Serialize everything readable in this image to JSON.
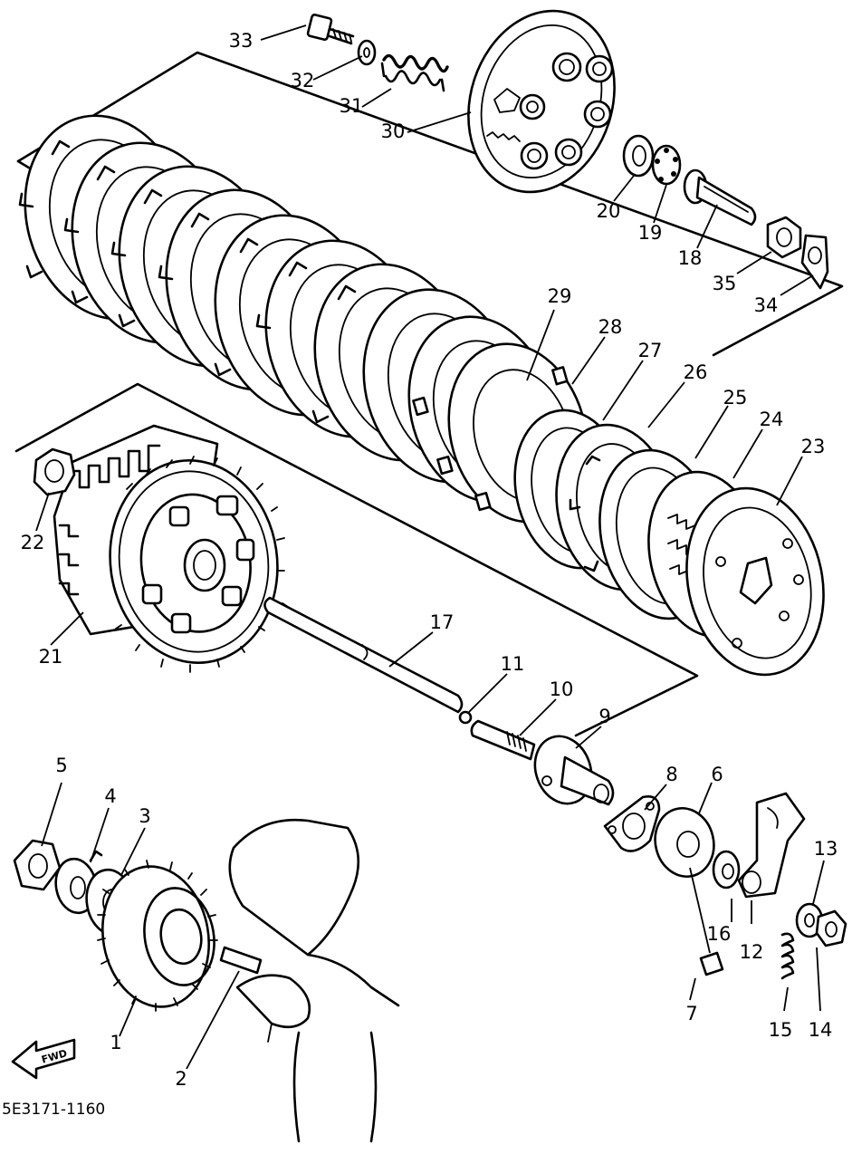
{
  "diagram_code": "5E3171-1160",
  "direction_label": "FWD",
  "callouts": {
    "c1": "1",
    "c2": "2",
    "c3": "3",
    "c4": "4",
    "c5": "5",
    "c6": "6",
    "c7": "7",
    "c8": "8",
    "c9": "9",
    "c10": "10",
    "c11": "11",
    "c12": "12",
    "c13": "13",
    "c14": "14",
    "c15": "15",
    "c16": "16",
    "c17": "17",
    "c18": "18",
    "c19": "19",
    "c20": "20",
    "c21": "21",
    "c22": "22",
    "c23": "23",
    "c24": "24",
    "c25": "25",
    "c26": "26",
    "c27": "27",
    "c28": "28",
    "c29": "29",
    "c30": "30",
    "c31": "31",
    "c32": "32",
    "c33": "33",
    "c34": "34",
    "c35": "35"
  }
}
